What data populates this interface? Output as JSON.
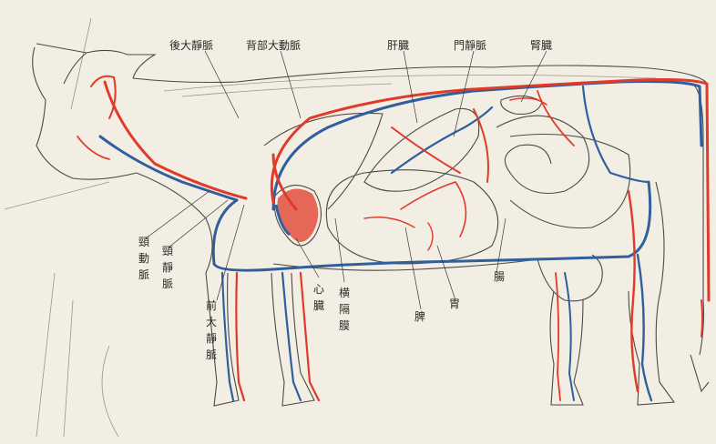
{
  "labels": {
    "posterior_vena_cava": "後大靜脈",
    "dorsal_aorta": "背部大動脈",
    "liver": "肝臓",
    "portal_vein": "門靜脈",
    "kidney": "腎臓",
    "carotid_artery": [
      "頸",
      "動",
      "脈"
    ],
    "jugular_vein": [
      "頸",
      "靜",
      "脈"
    ],
    "anterior_vena_cava": [
      "前",
      "大",
      "靜",
      "脈"
    ],
    "heart": [
      "心",
      "臓"
    ],
    "diaphragm": [
      "横",
      "隔",
      "膜"
    ],
    "spleen": "脾",
    "stomach": "胃",
    "intestine": "腸"
  },
  "colors": {
    "artery": "#e03a2a",
    "vein": "#2f5f9e",
    "outline": "#4b4a45",
    "paper": "#f3eee3"
  }
}
